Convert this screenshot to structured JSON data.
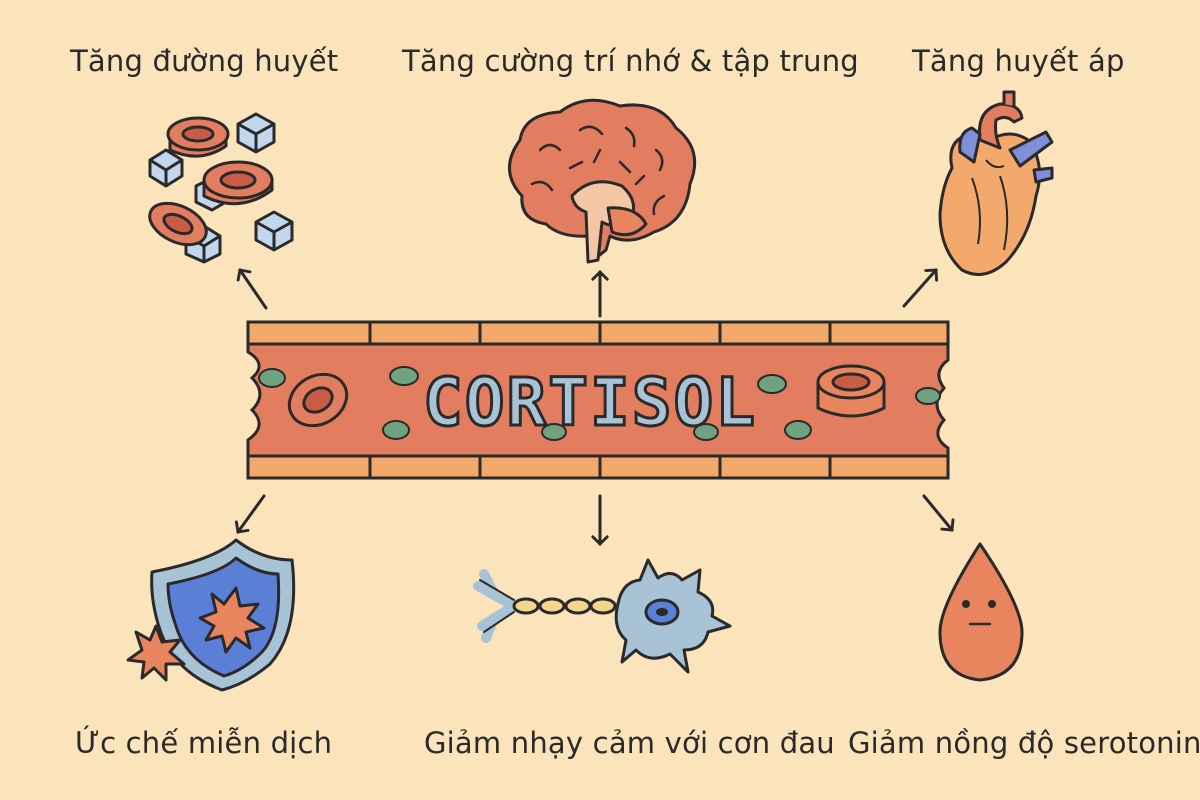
{
  "center": {
    "title": "CORTISOL"
  },
  "effects": {
    "top_left": {
      "label": "Tăng đường huyết",
      "icon": "blood-cells-sugar-icon"
    },
    "top_center": {
      "label": "Tăng cường trí nhớ & tập trung",
      "icon": "brain-icon"
    },
    "top_right": {
      "label": "Tăng huyết áp",
      "icon": "heart-icon"
    },
    "bottom_left": {
      "label": "Ức chế miễn dịch",
      "icon": "shield-icon"
    },
    "bottom_center": {
      "label": "Giảm nhạy cảm với cơn đau",
      "icon": "neuron-icon"
    },
    "bottom_right": {
      "label": "Giảm nồng độ serotonin",
      "icon": "sad-drop-icon"
    }
  },
  "colors": {
    "background": "#fbe3bb",
    "vessel": "#e27d5f",
    "vessel_wall": "#f3a96c",
    "cortisol_text": "#a9c3d6",
    "green_cells": "#6fa37f",
    "outline": "#2a2a2a"
  }
}
